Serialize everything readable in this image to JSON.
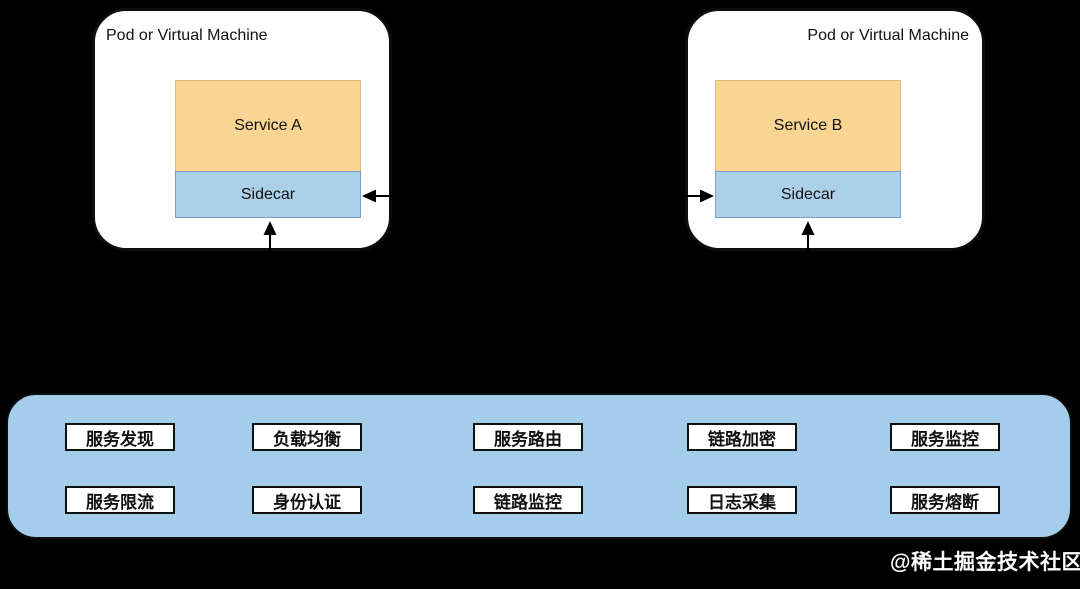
{
  "pods": [
    {
      "title": "Pod or Virtual Machine",
      "service_label": "Service A",
      "sidecar_label": "Sidecar"
    },
    {
      "title": "Pod or Virtual Machine",
      "service_label": "Service B",
      "sidecar_label": "Sidecar"
    }
  ],
  "panel": {
    "rows": [
      [
        "服务发现",
        "负载均衡",
        "服务路由",
        "链路加密",
        "服务监控"
      ],
      [
        "服务限流",
        "身份认证",
        "链路监控",
        "日志采集",
        "服务熔断"
      ]
    ]
  },
  "watermark": "@稀土掘金技术社区",
  "colors": {
    "background": "#000000",
    "pod_fill": "#ffffff",
    "pod_border": "#0d0d0d",
    "service_fill": "#f8d592",
    "service_border": "#dcbc7c",
    "sidecar_fill": "#accfea",
    "sidecar_border": "#7d9dc6",
    "panel_fill": "#a4cceb",
    "panel_border": "#0d0d0d",
    "chip_fill": "#ffffff",
    "chip_border": "#111111",
    "arrow": "#000000",
    "watermark_text": "#ffffff"
  }
}
